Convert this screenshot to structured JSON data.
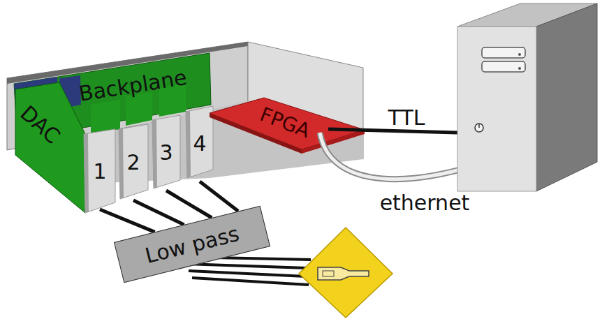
{
  "diagram": {
    "nodes": [
      {
        "text": [
          "Backplane"
        ]
      },
      {
        "text": [
          "DAC"
        ]
      },
      {
        "text": [
          "FPGA"
        ]
      },
      {
        "text": [
          "1"
        ]
      },
      {
        "text": [
          "2"
        ]
      },
      {
        "text": [
          "3"
        ]
      },
      {
        "text": [
          "4"
        ]
      },
      {
        "text": [
          "Low pass"
        ]
      }
    ],
    "edges": [
      {
        "from": 3,
        "to": 7,
        "arrow": "none"
      },
      {
        "from": 4,
        "to": 7,
        "arrow": "none"
      },
      {
        "from": 5,
        "to": 7,
        "arrow": "none"
      },
      {
        "from": 6,
        "to": 7,
        "arrow": "none"
      }
    ],
    "labels": [
      "TTL",
      "ethernet"
    ]
  }
}
